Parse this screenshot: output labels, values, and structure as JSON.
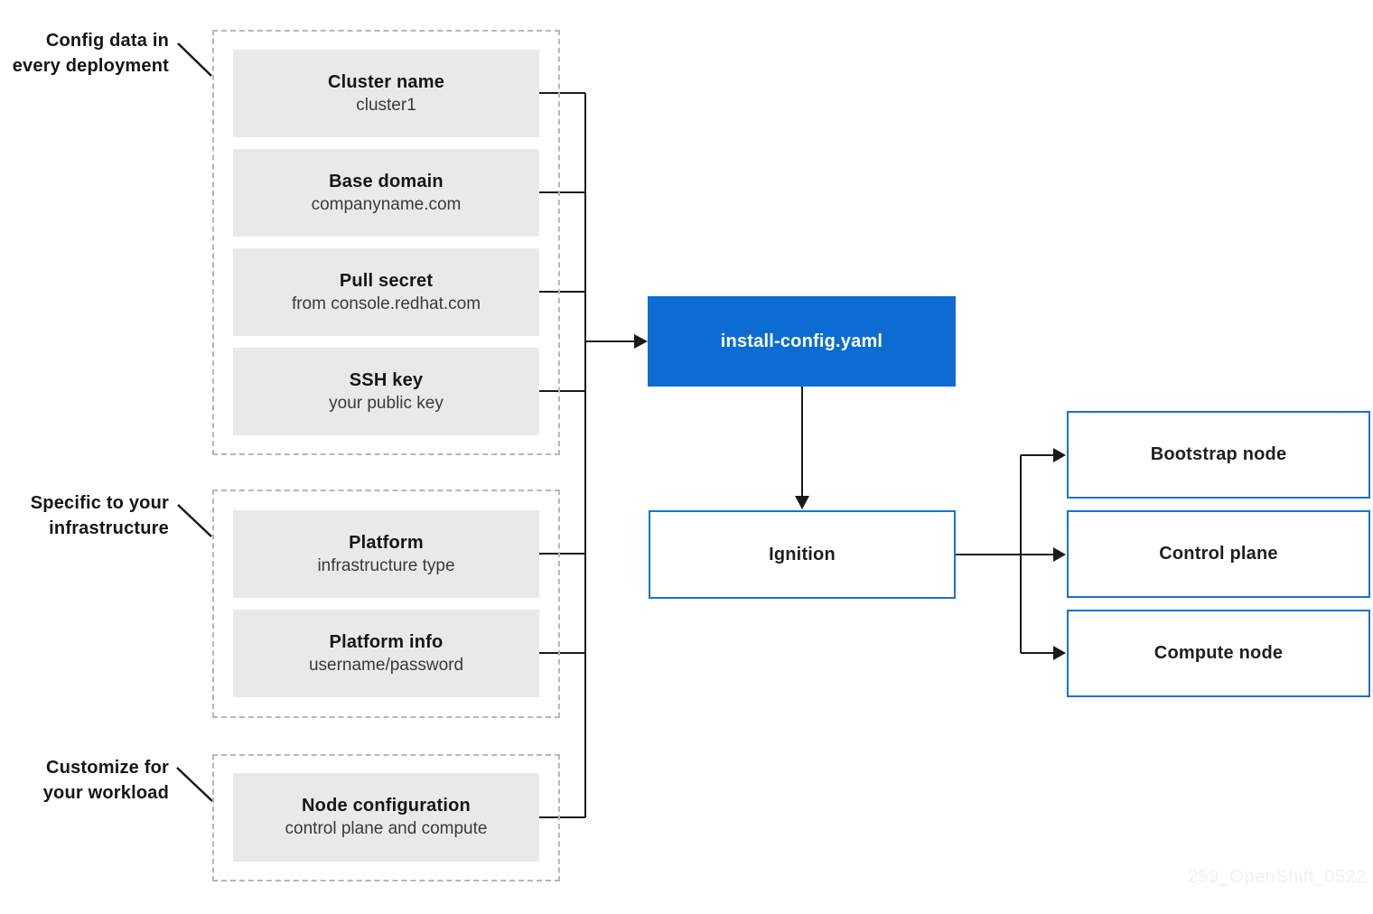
{
  "diagram": {
    "groups": [
      {
        "label_lines": [
          "Config data in",
          "every deployment"
        ],
        "boxes": [
          {
            "title": "Cluster name",
            "subtitle": "cluster1"
          },
          {
            "title": "Base domain",
            "subtitle": "companyname.com"
          },
          {
            "title": "Pull secret",
            "subtitle": "from console.redhat.com"
          },
          {
            "title": "SSH key",
            "subtitle": "your public key"
          }
        ]
      },
      {
        "label_lines": [
          "Specific to your",
          "infrastructure"
        ],
        "boxes": [
          {
            "title": "Platform",
            "subtitle": "infrastructure type"
          },
          {
            "title": "Platform info",
            "subtitle": "username/password"
          }
        ]
      },
      {
        "label_lines": [
          "Customize for",
          "your workload"
        ],
        "boxes": [
          {
            "title": "Node configuration",
            "subtitle": "control plane and compute"
          }
        ]
      }
    ],
    "install_config": {
      "label": "install-config.yaml"
    },
    "ignition": {
      "label": "Ignition"
    },
    "output_nodes": [
      {
        "label": "Bootstrap node"
      },
      {
        "label": "Control plane"
      },
      {
        "label": "Compute node"
      }
    ],
    "watermark": "259_OpenShift_0522",
    "colors": {
      "accent_fill": "#0d6cd1",
      "accent_border": "#1673d2",
      "gray_box_fill": "#e9e9e9",
      "group_border": "#b7b7b7",
      "line_color": "#1a1a1a",
      "title_color": "#151515",
      "subtitle_color": "#3a3a3a",
      "watermark_color": "#f1f1f3"
    }
  }
}
